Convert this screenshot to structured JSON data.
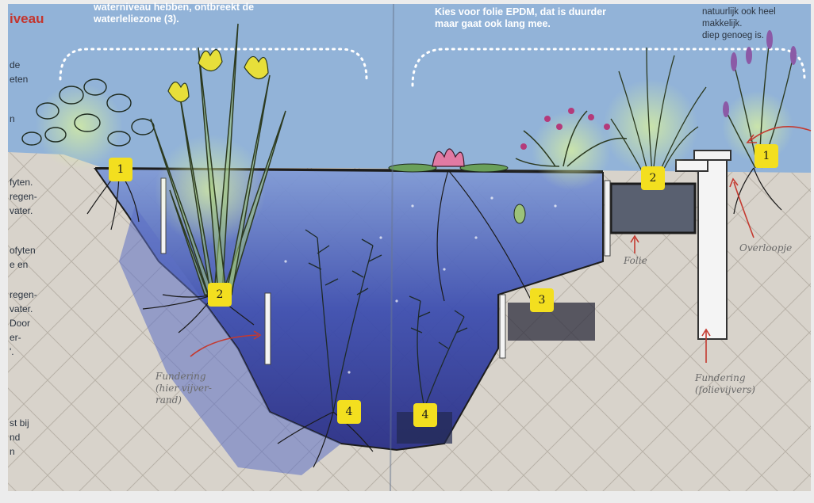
{
  "colors": {
    "sky": "#8fb1d6",
    "water_deep": "#2f3c9a",
    "water_light": "#6f8fd0",
    "soil": "#d9d4cc",
    "heading": "#c4342d",
    "badge": "#f3df1f",
    "arrow": "#c43a30"
  },
  "page": {
    "heading": "iveau",
    "top_left_note": "waterniveau hebben, ontbreekt de\nwaterleliezone (3).",
    "top_middle_note": "Kies voor folie EPDM, dat is duurder\nmaar gaat ook lang mee.",
    "top_right_note": "natuurlijk ook heel makkelijk.\ndiep genoeg is.",
    "margin_lines": [
      "de",
      "eten",
      "n",
      "fyten.",
      "regen-",
      "vater.",
      "ofyten",
      "e en",
      "regen-",
      "vater.",
      "Door",
      "er-",
      "'.",
      "st bij",
      "nd",
      "n"
    ]
  },
  "diagram": {
    "zone_badges": [
      "1",
      "2",
      "4",
      "4",
      "3",
      "2",
      "1"
    ],
    "labels": {
      "fundering_left": "Fundering\n(hier vijver-\nrand)",
      "folie": "Folie",
      "overloopje": "Overloopje",
      "fundering_right": "Fundering\n(folievijvers)"
    }
  }
}
